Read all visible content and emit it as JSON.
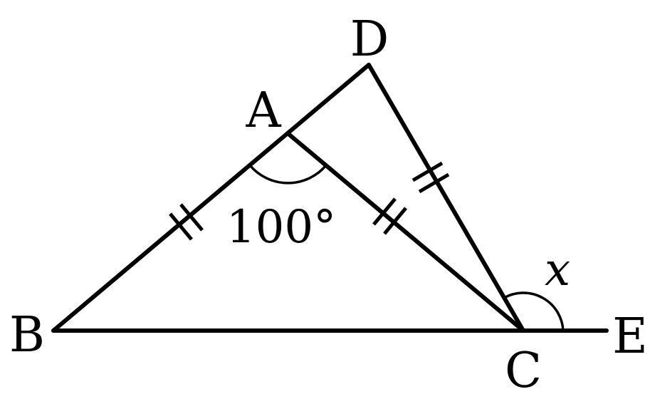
{
  "points": {
    "A": "A",
    "B": "B",
    "C": "C",
    "D": "D",
    "E": "E"
  },
  "angle_A": "100°",
  "angle_x": "x"
}
